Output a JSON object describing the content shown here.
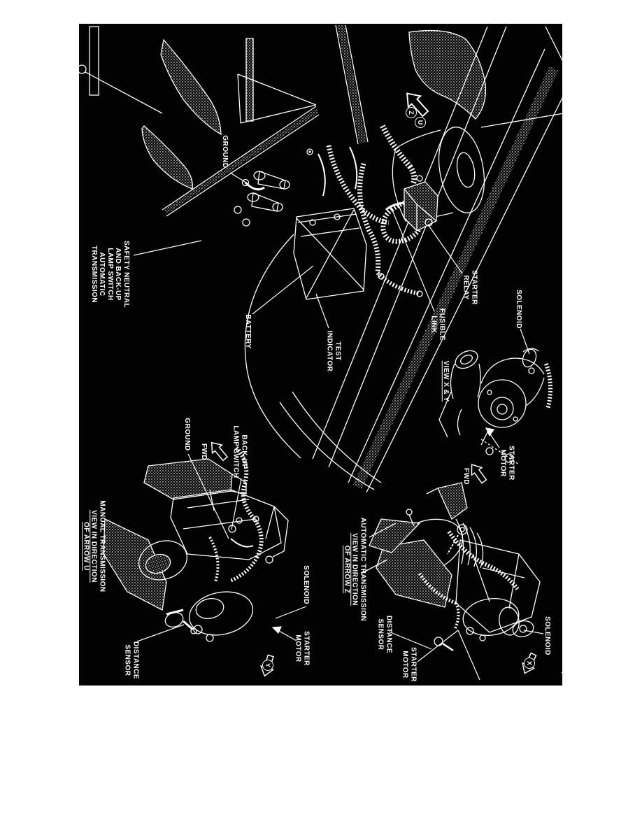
{
  "figure": {
    "plate_color": "#020202",
    "ink_color": "#ffffff",
    "labels": {
      "ground_main": {
        "lines": [
          "GROUND"
        ]
      },
      "safety_neutral_switch": {
        "lines": [
          "SAFETY NEUTRAL",
          "AND BACK-UP",
          "LAMP SWITCH",
          "AUTOMATIC",
          "TRANSMISSION"
        ]
      },
      "battery": {
        "lines": [
          "BATTERY"
        ]
      },
      "test_indicator": {
        "lines": [
          "TEST",
          "INDICATOR"
        ]
      },
      "starter_relay": {
        "lines": [
          "STARTER",
          "RELAY"
        ]
      },
      "fusible_link": {
        "lines": [
          "FUSIBLE",
          "LINK"
        ]
      },
      "view_x_y": {
        "lines": [
          "VIEW X & Y"
        ]
      },
      "solenoid_view_xy": {
        "lines": [
          "SOLENOID"
        ]
      },
      "starter_motor_view_xy": {
        "lines": [
          "STARTER",
          "MOTOR"
        ]
      },
      "fwd_view_xy": {
        "lines": [
          "FWD"
        ]
      },
      "ground_manual": {
        "lines": [
          "GROUND"
        ]
      },
      "fwd_manual": {
        "lines": [
          "FWD"
        ]
      },
      "backup_lamp_switch": {
        "lines": [
          "BACK-UP",
          "LAMP SWITCH"
        ]
      },
      "manual_view_title": {
        "lines": [
          "MANUAL TRANSMISSION",
          "VIEW IN DIRECTION",
          "OF ARROW U"
        ]
      },
      "distance_sensor_manual": {
        "lines": [
          "DISTANCE",
          "SENSOR"
        ]
      },
      "solenoid_manual": {
        "lines": [
          "SOLENOID"
        ]
      },
      "starter_motor_manual": {
        "lines": [
          "STARTER",
          "MOTOR"
        ]
      },
      "automatic_view_title": {
        "lines": [
          "AUTOMATIC TRANSMISSION",
          "VIEW IN DIRECTION",
          "OF ARROW Z"
        ]
      },
      "distance_sensor_automatic": {
        "lines": [
          "DISTANCE",
          "SENSOR"
        ]
      },
      "starter_motor_automatic": {
        "lines": [
          "STARTER",
          "MOTOR"
        ]
      },
      "solenoid_automatic": {
        "lines": [
          "SOLENOID"
        ]
      }
    },
    "direction_arrows": {
      "main_view_z": "Z",
      "main_view_u": "U",
      "manual_view": "Y",
      "automatic_view": "X"
    }
  }
}
